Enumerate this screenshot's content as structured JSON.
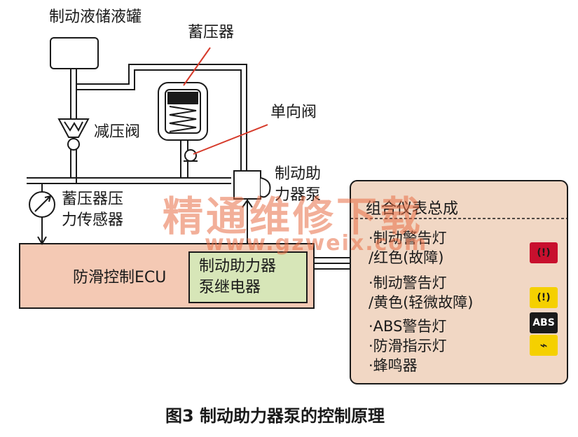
{
  "labels": {
    "reservoir": "制动液储液罐",
    "accumulator": "蓄压器",
    "check_valve": "单向阀",
    "relief_valve": "减压阀",
    "pump_line1": "制动助",
    "pump_line2": "力器泵",
    "sensor_line1": "蓄压器压",
    "sensor_line2": "力传感器",
    "ecu": "防滑控制ECU",
    "relay_line1": "制动助力器",
    "relay_line2": "泵继电器"
  },
  "panel": {
    "title": "组合仪表总成",
    "items": [
      {
        "text": "·制动警告灯"
      },
      {
        "text": " /红色(故障)"
      },
      {
        "text": "·制动警告灯"
      },
      {
        "text": " /黄色(轻微故障)"
      },
      {
        "text": "·ABS警告灯"
      },
      {
        "text": "·防滑指示灯"
      },
      {
        "text": "·蜂鸣器"
      }
    ],
    "badges": {
      "red_brake": "(!)",
      "yellow_brake": "(!)",
      "abs": "ABS",
      "slip": "⌁"
    }
  },
  "watermark": {
    "text": "精通维修下载",
    "url": "www.gzweix.com"
  },
  "caption": "图3    制动助力器泵的控制原理",
  "colors": {
    "pipe": "#1a1a1a",
    "ecu_fill": "#f4c9b4",
    "relay_fill": "#d7e6b8",
    "panel_fill": "#f1d7c4",
    "red_badge": "#c8102e",
    "yellow_badge": "#f5d000",
    "leader": "#d63a2a"
  }
}
